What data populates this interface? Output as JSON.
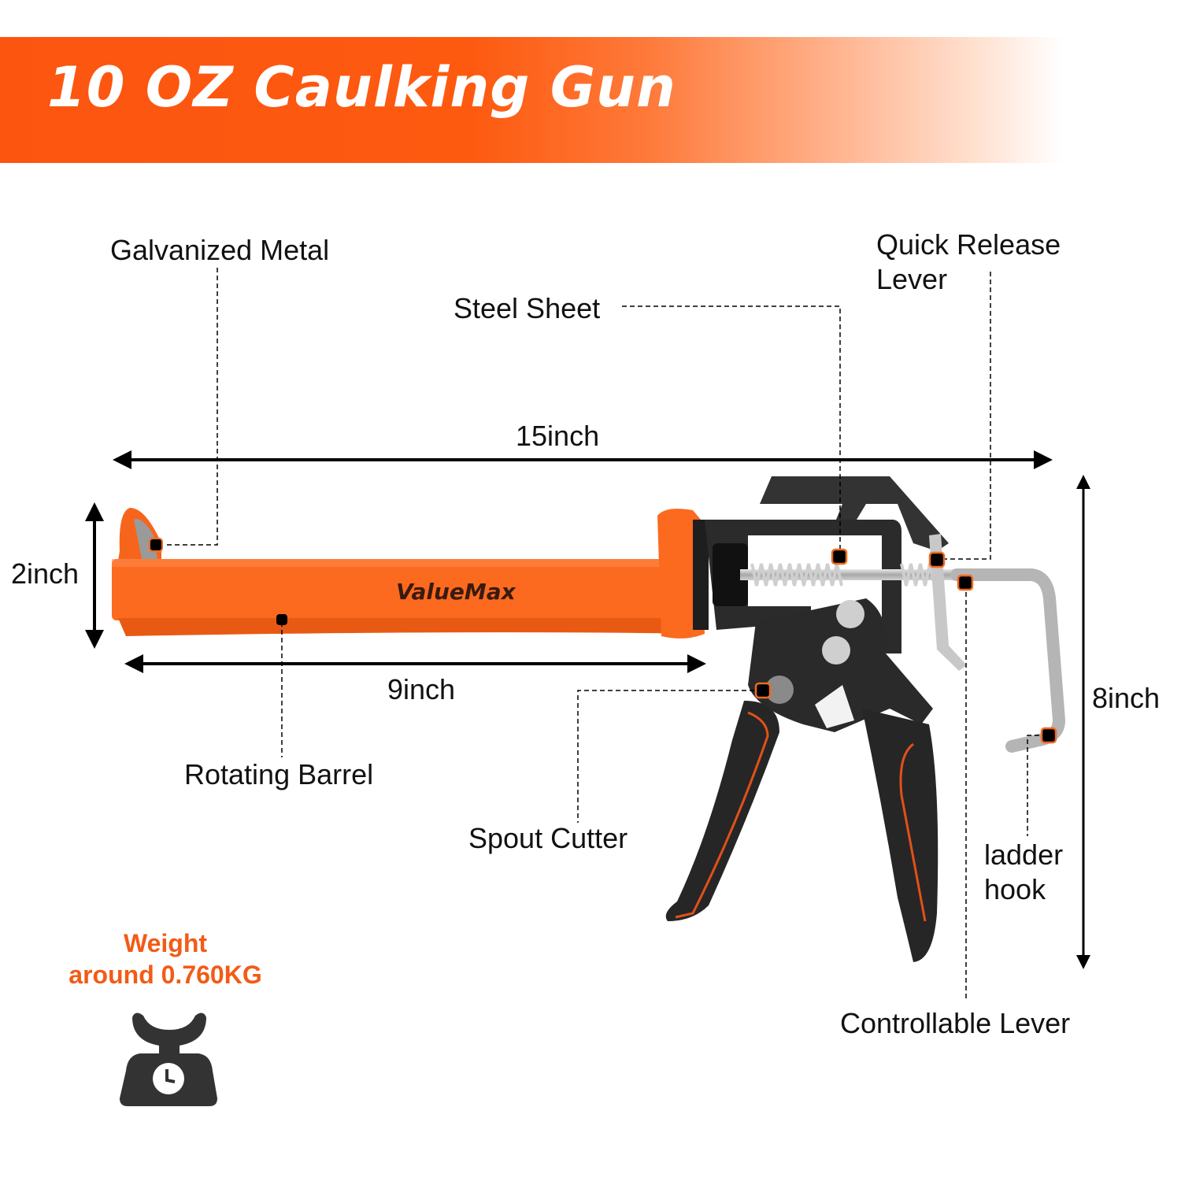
{
  "header": {
    "title": "10 OZ Caulking Gun",
    "banner_color": "#fc5510"
  },
  "product": {
    "brand": "ValueMax",
    "barrel_color": "#fb6a1f",
    "body_color": "#2b2b2b"
  },
  "callouts": {
    "galvanized_metal": "Galvanized Metal",
    "steel_sheet": "Steel Sheet",
    "quick_release_lever_line1": "Quick Release",
    "quick_release_lever_line2": "Lever",
    "rotating_barrel": "Rotating Barrel",
    "spout_cutter": "Spout Cutter",
    "ladder_hook_line1": "ladder",
    "ladder_hook_line2": "hook",
    "controllable_lever": "Controllable Lever"
  },
  "dimensions": {
    "overall_length": "15inch",
    "barrel_length": "9inch",
    "barrel_height": "2inch",
    "overall_height": "8inch"
  },
  "weight": {
    "line1": "Weight",
    "line2": "around 0.760KG",
    "color": "#f25b16",
    "icon": "scale-icon"
  }
}
